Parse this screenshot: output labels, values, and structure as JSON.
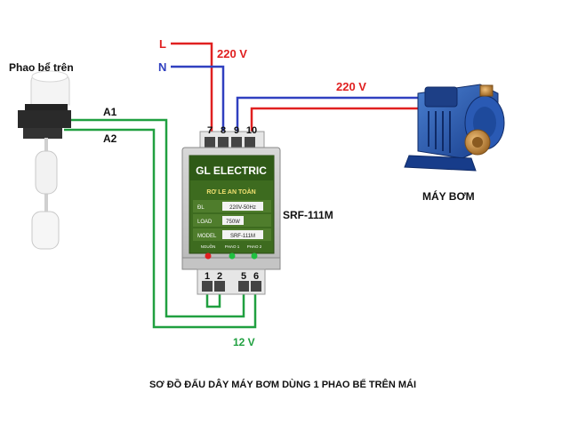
{
  "labels": {
    "line_L": "L",
    "line_N": "N",
    "supply_voltage": "220 V",
    "pump_voltage": "220 V",
    "float_title": "Phao bể trên",
    "float_wire_1": "A1",
    "float_wire_2": "A2",
    "device_model": "SRF-111M",
    "pump_name": "MÁY BƠM",
    "control_voltage": "12 V",
    "caption": "SƠ ĐỒ ĐẤU DÂY MÁY BƠM DÙNG 1 PHAO BỂ TRÊN MÁI"
  },
  "relay": {
    "brand": "GL ELECTRIC",
    "product": "RƠ LE AN TOÀN",
    "spec_rows": [
      {
        "key": "ĐL",
        "value": "220V-50Hz"
      },
      {
        "key": "LOAD",
        "value": "750W"
      },
      {
        "key": "MODEL",
        "value": "SRF-111M"
      }
    ],
    "leds": [
      {
        "label": "NGUỒN",
        "color": "#e02020"
      },
      {
        "label": "PHAO 1",
        "color": "#20c040"
      },
      {
        "label": "PHAO 2",
        "color": "#20c040"
      }
    ],
    "top_terminals": [
      "7",
      "8",
      "9",
      "10"
    ],
    "bottom_terminals": [
      "1",
      "2",
      "5",
      "6"
    ]
  },
  "colors": {
    "live": "#e02020",
    "neutral": "#3040c0",
    "control": "#20a040",
    "text_dark": "#111111"
  }
}
